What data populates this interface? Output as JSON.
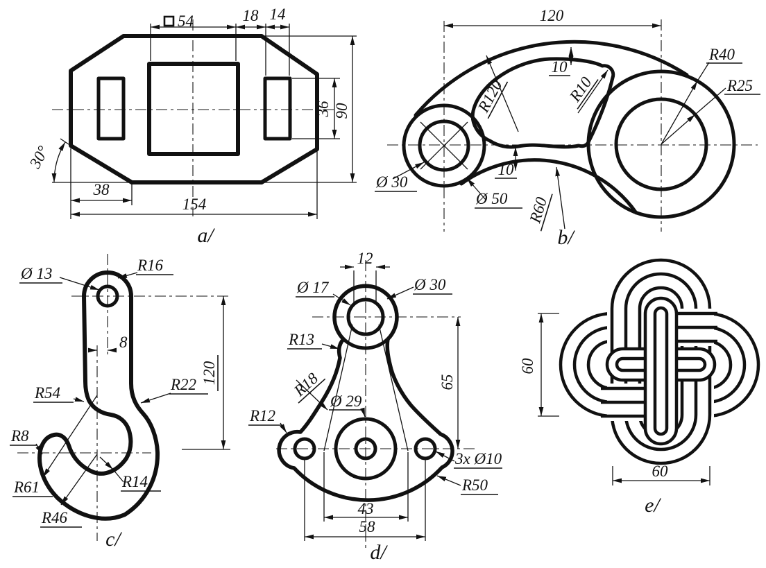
{
  "sheet": {
    "background": "#ffffff",
    "line_color": "#111111"
  },
  "drawings": {
    "a": {
      "label": "a/",
      "dims": {
        "w54": "54",
        "w18": "18",
        "w14": "14",
        "h36": "36",
        "h90": "90",
        "angle": "30°",
        "w38": "38",
        "w154": "154"
      }
    },
    "b": {
      "label": "b/",
      "dims": {
        "w120": "120",
        "t10_top": "10",
        "t10_bottom": "10",
        "r120": "R120",
        "r10": "R10",
        "r40": "R40",
        "r25": "R25",
        "d30": "Ø 30",
        "d50": "Ø 50",
        "r60": "R60"
      }
    },
    "c": {
      "label": "c/",
      "dims": {
        "d13": "Ø 13",
        "r16": "R16",
        "off8": "8",
        "h120": "120",
        "r54": "R54",
        "r22": "R22",
        "r8": "R8",
        "r61": "R61",
        "r14": "R14",
        "r46": "R46"
      }
    },
    "d": {
      "label": "d/",
      "dims": {
        "w12": "12",
        "d17": "Ø 17",
        "d30": "Ø 30",
        "r13": "R13",
        "r18": "R18",
        "d29": "Ø 29",
        "r12": "R12",
        "h65": "65",
        "holes": "3x Ø10",
        "r50": "R50",
        "w43": "43",
        "w58": "58"
      }
    },
    "e": {
      "label": "e/",
      "dims": {
        "v60": "60",
        "h60": "60"
      }
    }
  }
}
